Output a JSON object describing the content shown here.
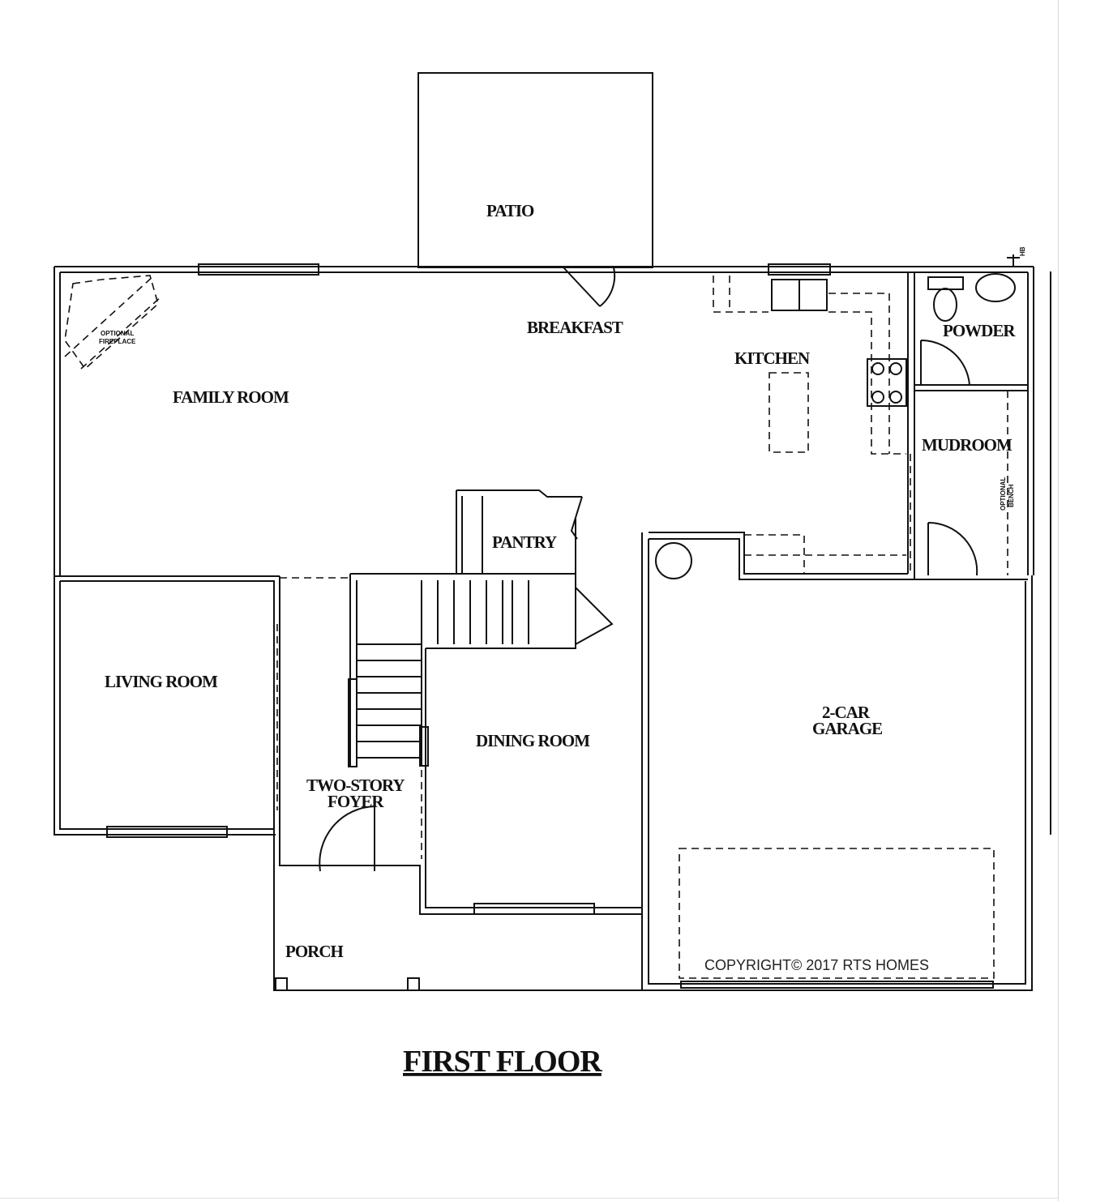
{
  "title": "FIRST FLOOR",
  "rooms": {
    "patio": "PATIO",
    "breakfast": "BREAKFAST",
    "kitchen": "KITCHEN",
    "powder": "POWDER",
    "mudroom": "MUDROOM",
    "family_room": "FAMILY ROOM",
    "pantry": "PANTRY",
    "living_room": "LIVING ROOM",
    "dining_room": "DINING ROOM",
    "foyer_line1": "TWO-STORY",
    "foyer_line2": "FOYER",
    "garage_line1": "2-CAR",
    "garage_line2": "GARAGE",
    "porch": "PORCH"
  },
  "notes": {
    "fireplace_line1": "OPTIONAL",
    "fireplace_line2": "FIREPLACE",
    "bench_line1": "OPTIONAL",
    "bench_line2": "BENCH",
    "hose_bib": "HB"
  },
  "copyright": "COPYRIGHT© 2017 RTS HOMES"
}
